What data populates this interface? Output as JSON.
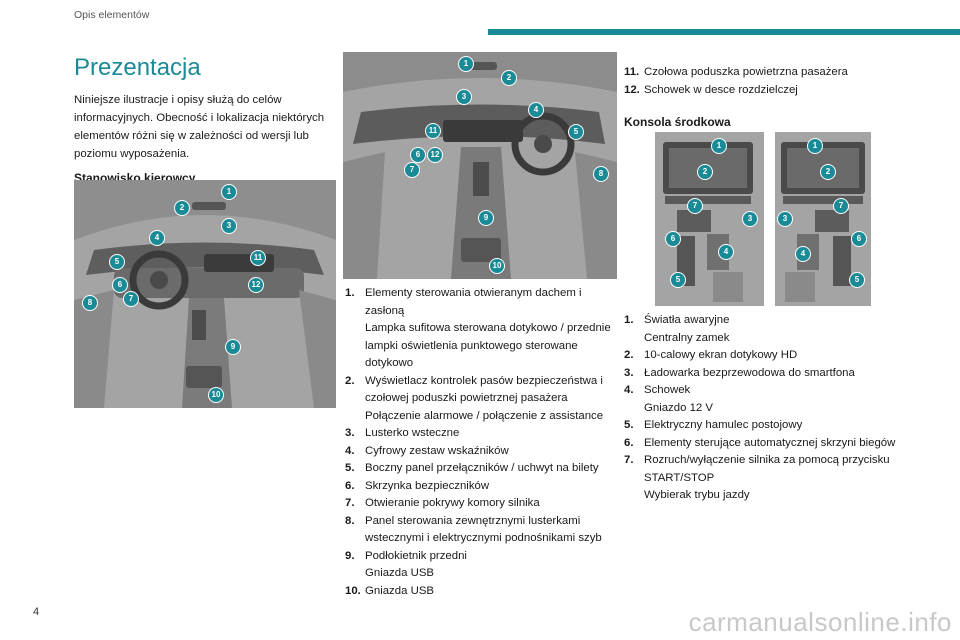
{
  "header": {
    "section": "Opis elementów"
  },
  "page_number": "4",
  "watermark": "carmanualsonline.info",
  "title": "Prezentacja",
  "intro": "Niniejsze ilustracje i opisy służą do celów informacyjnych. Obecność i lokalizacja niektórych elementów różni się w zależności od wersji lub poziomu wyposażenia.",
  "driver_heading": "Stanowisko kierowcy",
  "console_heading": "Konsola środkowa",
  "colors": {
    "accent": "#1a8b96",
    "illustration_bg": "#a4a4a4"
  },
  "driver_items": [
    {
      "num": "1.",
      "text": "Elementy sterowania otwieranym dachem i zasłoną\nLampka sufitowa sterowana dotykowo / przednie lampki oświetlenia punktowego sterowane dotykowo"
    },
    {
      "num": "2.",
      "text": "Wyświetlacz kontrolek pasów bezpieczeństwa i czołowej poduszki powietrznej pasażera\nPołączenie alarmowe / połączenie z assistance"
    },
    {
      "num": "3.",
      "text": "Lusterko wsteczne"
    },
    {
      "num": "4.",
      "text": "Cyfrowy zestaw wskaźników"
    },
    {
      "num": "5.",
      "text": "Boczny panel przełączników / uchwyt na bilety"
    },
    {
      "num": "6.",
      "text": "Skrzynka bezpieczników"
    },
    {
      "num": "7.",
      "text": "Otwieranie pokrywy komory silnika"
    },
    {
      "num": "8.",
      "text": "Panel sterowania zewnętrznymi lusterkami wstecznymi i elektrycznymi podnośnikami szyb"
    },
    {
      "num": "9.",
      "text": "Podłokietnik przedni\nGniazda USB"
    },
    {
      "num": "10.",
      "text": "Gniazda USB"
    }
  ],
  "driver_items_cont": [
    {
      "num": "11.",
      "text": "Czołowa poduszka powietrzna pasażera"
    },
    {
      "num": "12.",
      "text": "Schowek w desce rozdzielczej"
    }
  ],
  "console_items": [
    {
      "num": "1.",
      "text": "Światła awaryjne\nCentralny zamek"
    },
    {
      "num": "2.",
      "text": "10-calowy ekran dotykowy HD"
    },
    {
      "num": "3.",
      "text": "Ładowarka bezprzewodowa do smartfona"
    },
    {
      "num": "4.",
      "text": "Schowek\nGniazdo 12 V"
    },
    {
      "num": "5.",
      "text": "Elektryczny hamulec postojowy"
    },
    {
      "num": "6.",
      "text": "Elementy sterujące automatycznej skrzyni biegów"
    },
    {
      "num": "7.",
      "text": "Rozruch/wyłączenie silnika za pomocą przycisku START/STOP\nWybierak trybu jazdy"
    }
  ],
  "illus1_callouts": [
    "1",
    "2",
    "3",
    "4",
    "5",
    "6",
    "7",
    "8",
    "9",
    "10",
    "11",
    "12"
  ],
  "illus2_callouts": [
    "1",
    "2",
    "3",
    "4",
    "5",
    "6",
    "7",
    "8",
    "9",
    "10",
    "11",
    "12"
  ],
  "illus3a_callouts": [
    "1",
    "2",
    "3",
    "4",
    "5",
    "6",
    "7"
  ],
  "illus3b_callouts": [
    "1",
    "2",
    "3",
    "4",
    "5",
    "6",
    "7"
  ]
}
